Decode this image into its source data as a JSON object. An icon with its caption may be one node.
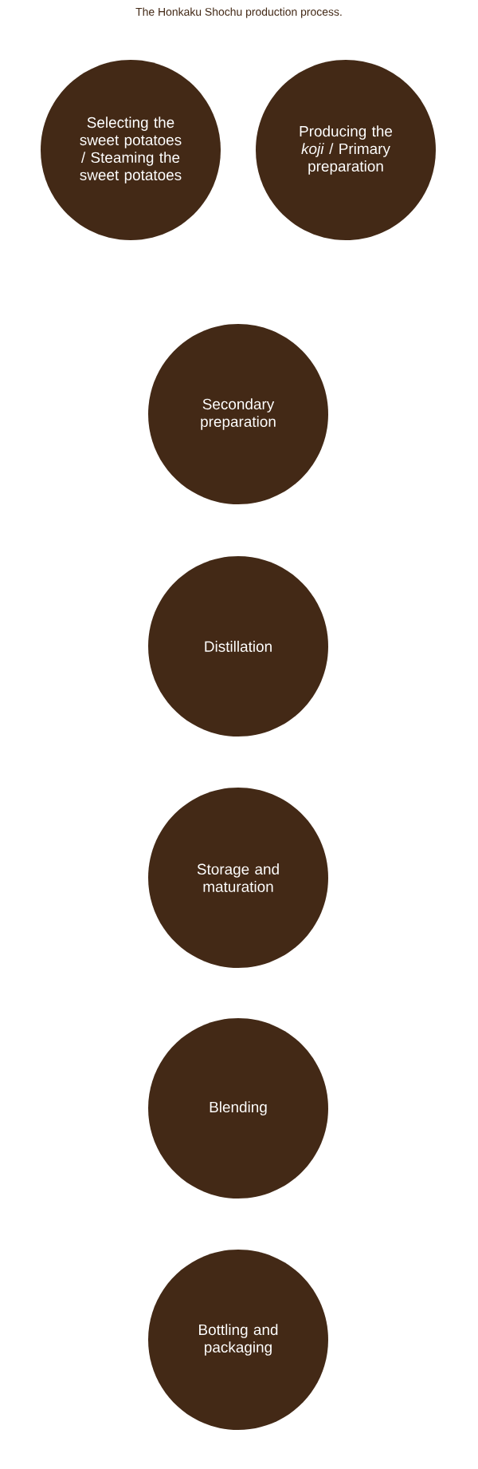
{
  "diagram": {
    "title": "The Honkaku Shochu production process.",
    "nodes": [
      {
        "text": [
          "Selecting the sweet potatoes / Steaming the sweet potatoes"
        ]
      },
      {
        "text": [
          "Producing the *koji* / Primary preparation"
        ]
      },
      {
        "text": [
          "Secondary preparation"
        ]
      },
      {
        "text": [
          "Distillation"
        ]
      },
      {
        "text": [
          "Storage and maturation"
        ]
      },
      {
        "text": [
          "Blending"
        ]
      },
      {
        "text": [
          "Bottling and packaging"
        ]
      }
    ]
  }
}
